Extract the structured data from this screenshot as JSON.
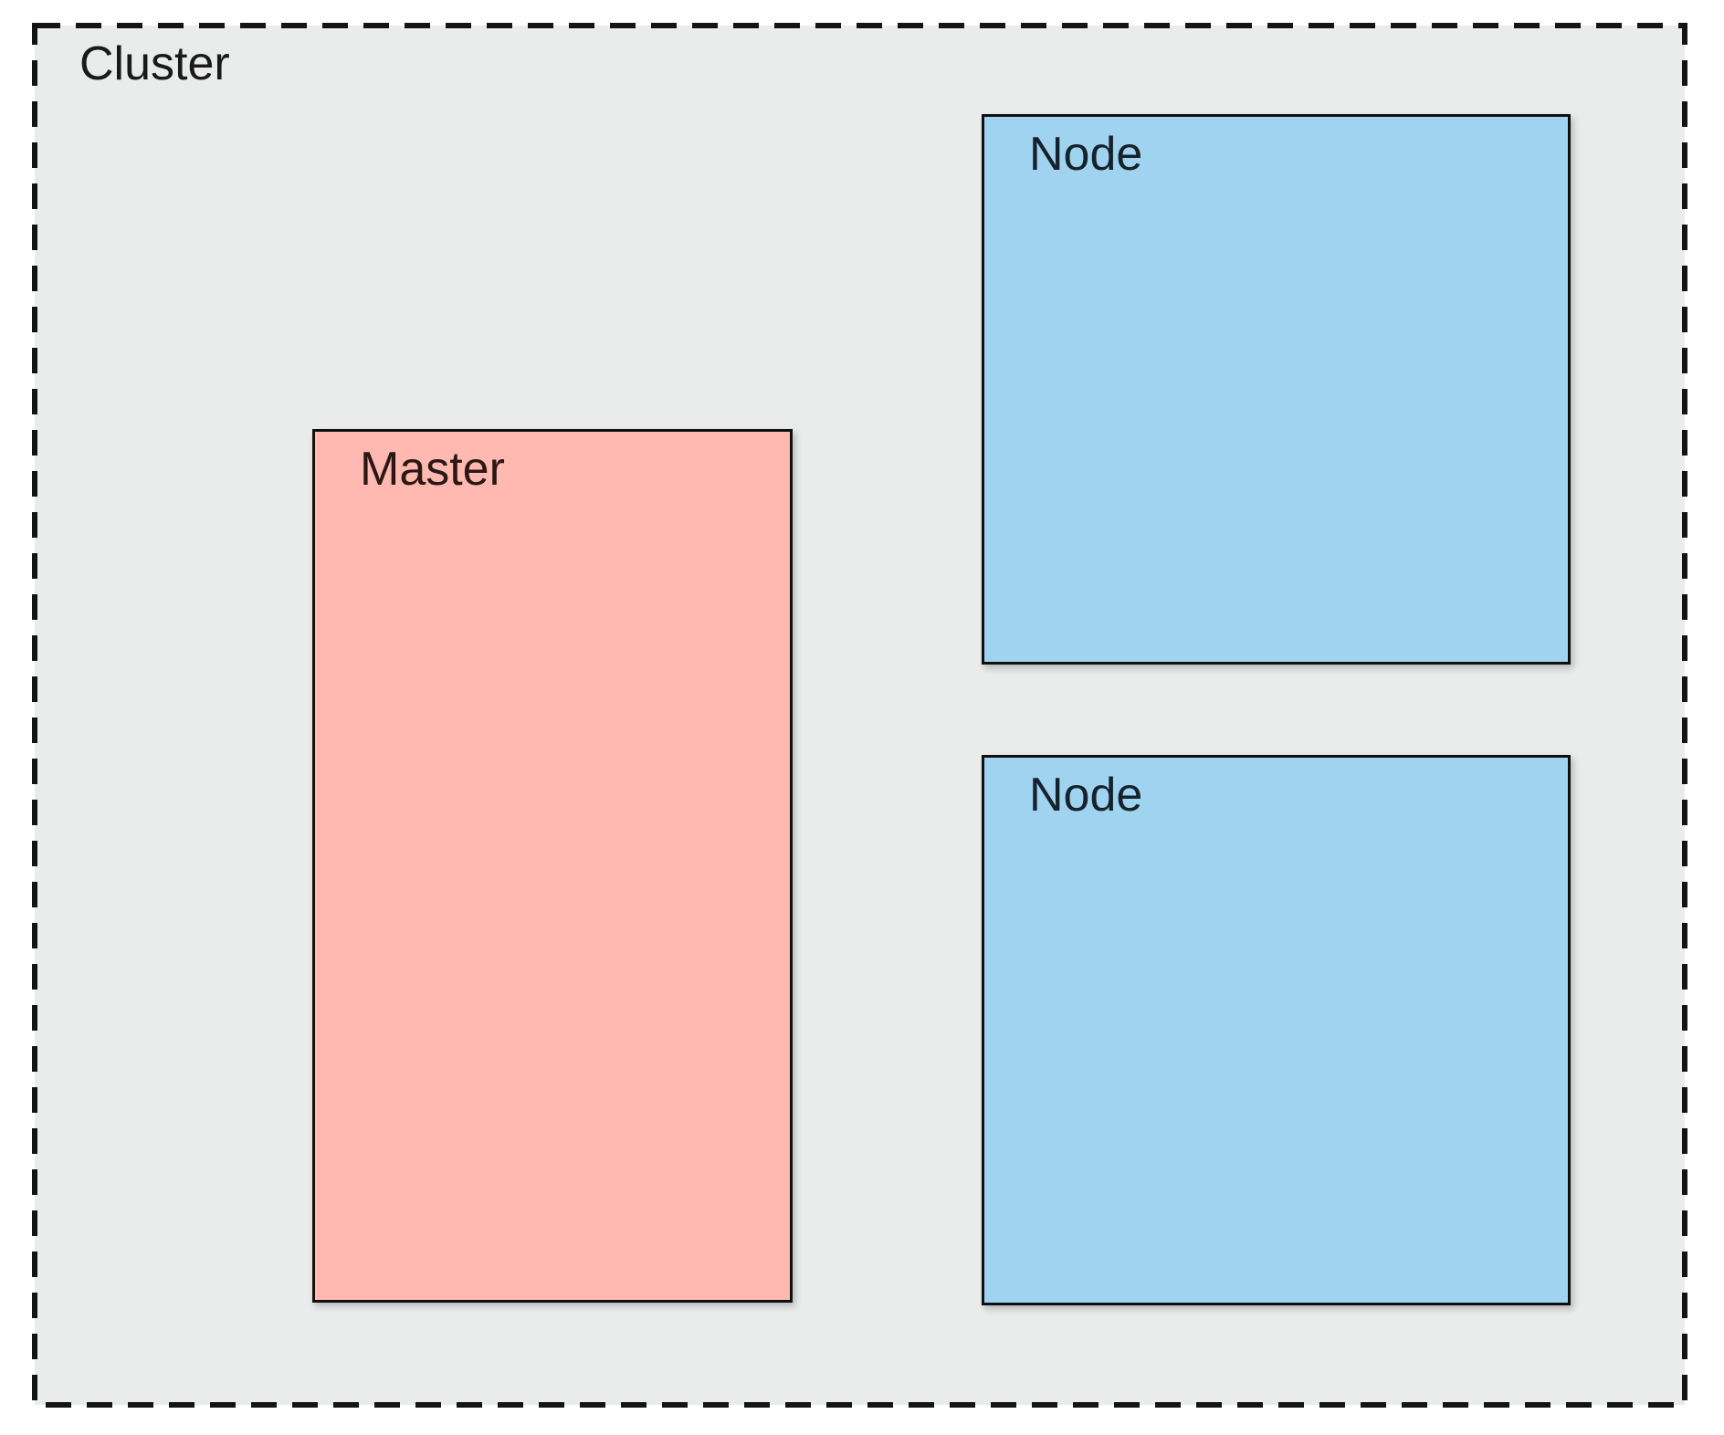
{
  "cluster": {
    "label": "Cluster",
    "background_color": "#e9ecea",
    "border_color": "#141414",
    "border_style": "dashed"
  },
  "master": {
    "label": "Master",
    "fill_color": "#ffb9b0",
    "border_color": "#101010"
  },
  "nodes": [
    {
      "label": "Node",
      "fill_color": "#9fd3ef",
      "border_color": "#101010"
    },
    {
      "label": "Node",
      "fill_color": "#9fd3ef",
      "border_color": "#101010"
    }
  ],
  "text_color": "#1a1a1a"
}
